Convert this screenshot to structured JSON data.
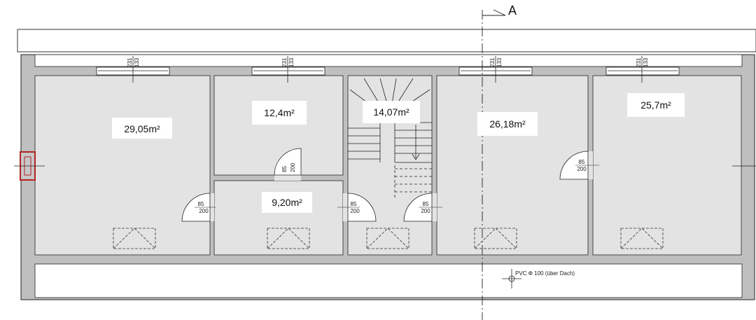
{
  "section_marker": "A",
  "rooms": [
    {
      "label": "29,05m²"
    },
    {
      "label": "12,4m²"
    },
    {
      "label": "14,07m²"
    },
    {
      "label": "26,18m²"
    },
    {
      "label": "25,7m²"
    },
    {
      "label": "9,20m²"
    }
  ],
  "windows": [
    {
      "width": "231",
      "height": "133"
    },
    {
      "width": "231",
      "height": "133"
    },
    {
      "width": "231",
      "height": "133"
    },
    {
      "width": "231",
      "height": "133"
    }
  ],
  "doors": [
    {
      "width": "85",
      "height": "200"
    },
    {
      "width": "85",
      "height": "200"
    },
    {
      "width": "85",
      "height": "200"
    },
    {
      "width": "85",
      "height": "200"
    },
    {
      "width": "85",
      "height": "200"
    }
  ],
  "pipe_note": "PVC Φ 100 (über Dach)",
  "colors": {
    "wall": "#bfbfbf",
    "floor": "#e3e3e3",
    "chimney": "#b22222",
    "line": "#222222"
  }
}
